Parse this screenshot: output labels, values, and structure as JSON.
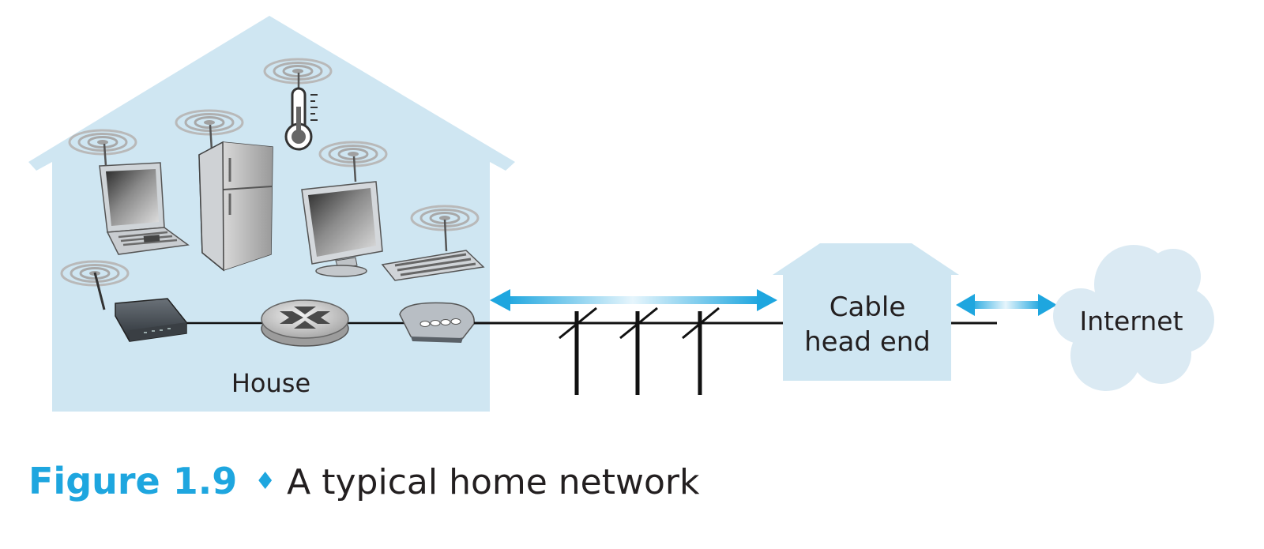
{
  "labels": {
    "house": "House",
    "cable_line1": "Cable",
    "cable_line2": "head end",
    "internet": "Internet"
  },
  "caption": {
    "figure_number": "Figure 1.9",
    "separator": "♦",
    "text": "A typical home network"
  },
  "colors": {
    "house_fill": "#cfe6f2",
    "arrow_blue": "#1ea6df",
    "cloud_fill": "#dbeaf3",
    "line": "#111111"
  },
  "icons": [
    "laptop-icon",
    "refrigerator-icon",
    "thermometer-icon",
    "monitor-icon",
    "keyboard-icon",
    "wireless-access-point-icon",
    "router-icon",
    "cable-modem-icon",
    "utility-pole-icon",
    "cloud-icon"
  ]
}
